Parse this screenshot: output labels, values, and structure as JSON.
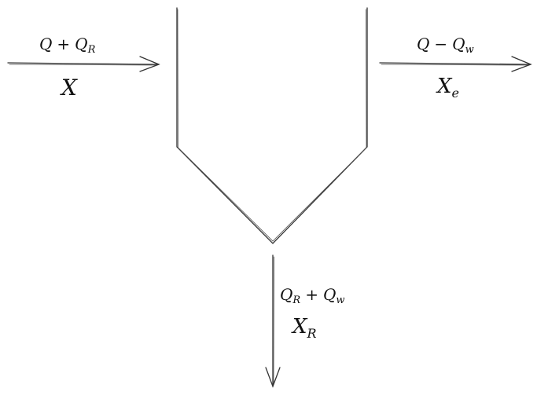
{
  "inflow": {
    "flow_main": "Q",
    "flow_op": "+",
    "flow_sub_main": "Q",
    "flow_sub": "R",
    "conc": "X"
  },
  "effluent": {
    "flow_main": "Q",
    "flow_op": "−",
    "flow_sub_main": "Q",
    "flow_sub": "w",
    "conc_main": "X",
    "conc_sub": "e"
  },
  "underflow": {
    "flow_a": "Q",
    "flow_a_sub": "R",
    "flow_op": "+",
    "flow_b": "Q",
    "flow_b_sub": "w",
    "conc_main": "X",
    "conc_sub": "R"
  }
}
